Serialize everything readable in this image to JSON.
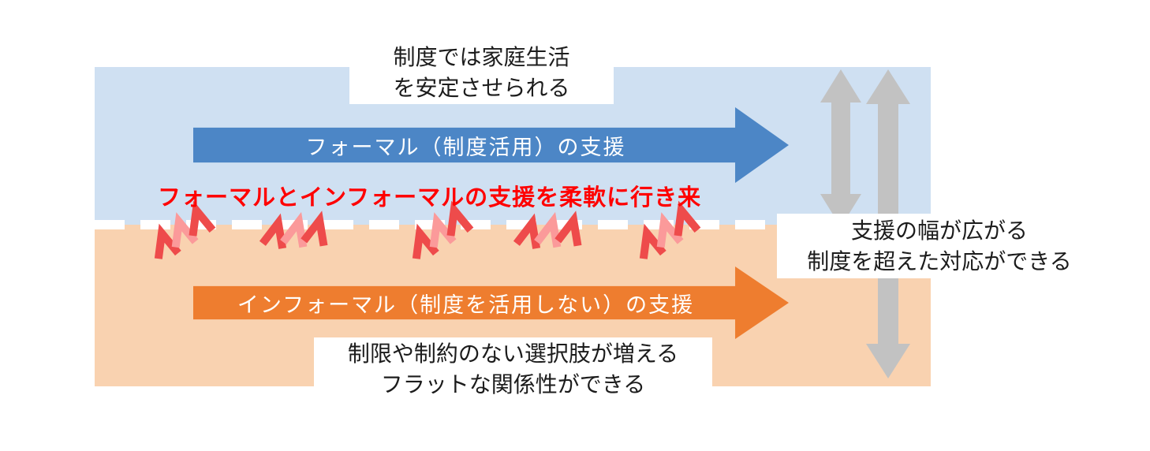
{
  "labels": {
    "top": {
      "line1": "制度では家庭生活",
      "line2": "を安定させられる"
    },
    "bottom": {
      "line1": "制限や制約のない選択肢が増える",
      "line2": "フラットな関係性ができる"
    },
    "right": {
      "line1": "支援の幅が広がる",
      "line2": "制度を超えた対応ができる"
    }
  },
  "arrows": {
    "formal": {
      "label": "フォーマル（制度活用）の支援",
      "color": "#4c86c6"
    },
    "informal": {
      "label": "インフォーマル（制度を活用しない）の支援",
      "color": "#ee7d2f"
    }
  },
  "exchange": {
    "text": "フォーマルとインフォーマルの支援を柔軟に行き来",
    "color": "#ff0000"
  },
  "colors": {
    "formal_region": "#cfe0f2",
    "informal_region": "#f9d2b0",
    "gray_arrow": "#c2c2c2",
    "chevron_dark": "#ee4b4b",
    "chevron_light": "#fb9a9a",
    "divider_dash": "#ffffff"
  },
  "icons": {
    "updown_arrow": "double-headed vertical arrow",
    "exchange_chevrons": "red chevrons crossing boundary"
  }
}
